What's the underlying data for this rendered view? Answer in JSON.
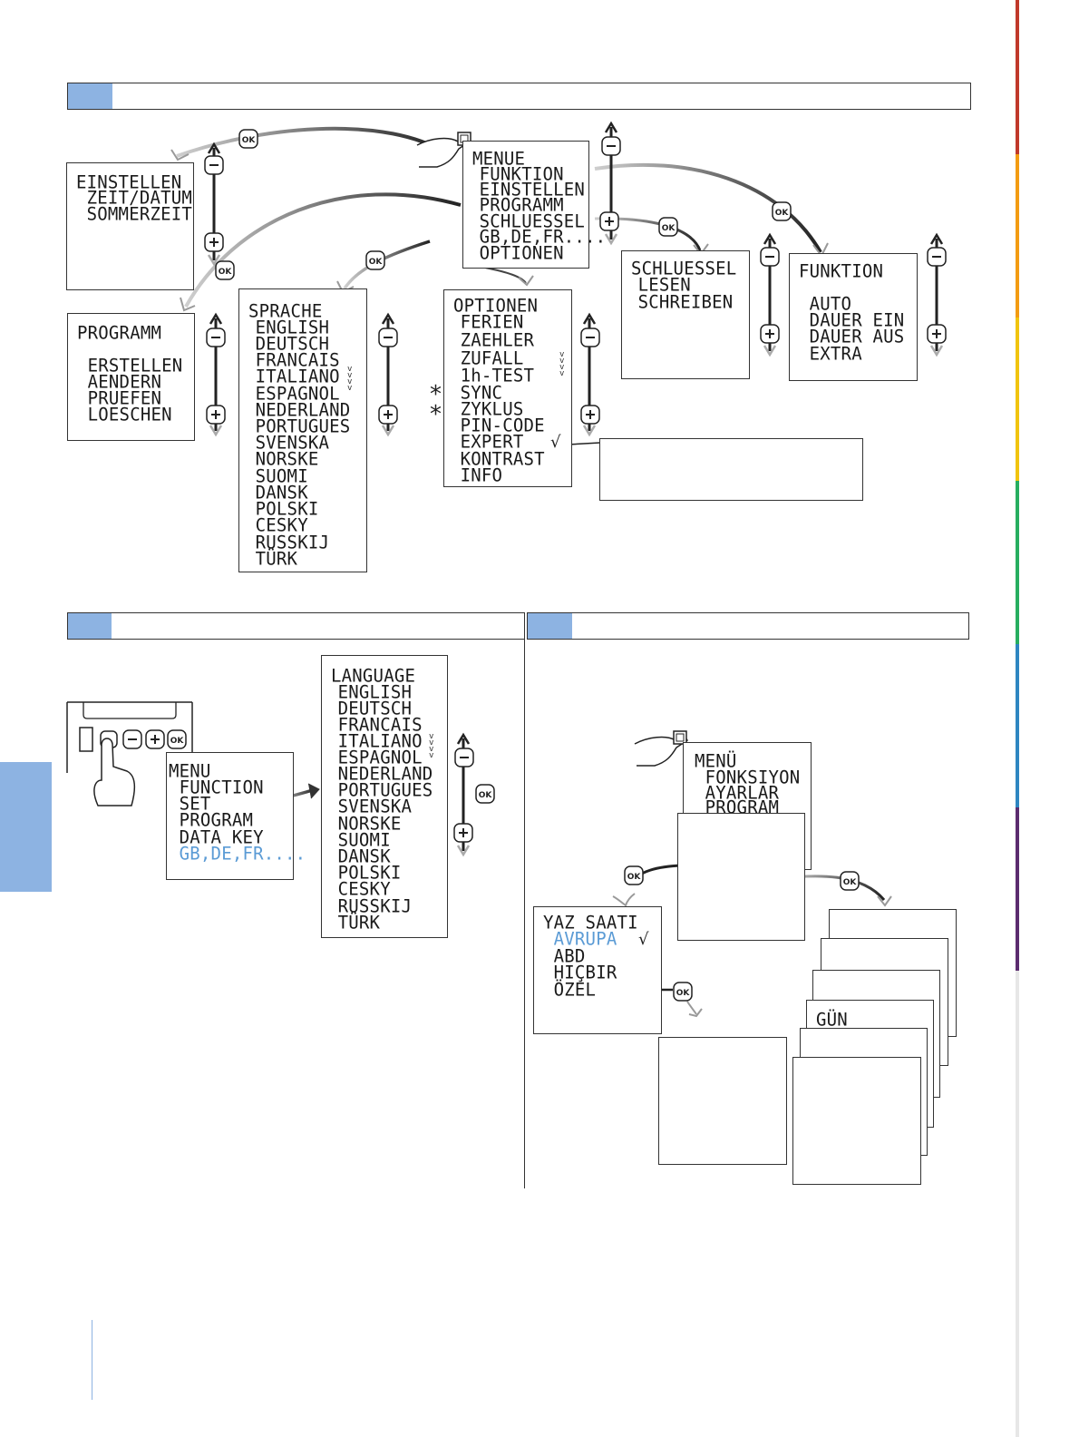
{
  "colors": {
    "accent": "#8db3e2",
    "highlight": "#5b9bd5",
    "ink": "#1a1a1a"
  },
  "icons": [
    "ok-button-icon",
    "minus-button-icon",
    "plus-button-icon",
    "menu-button-icon",
    "pointing-hand-icon",
    "check-mark-icon",
    "scroll-arrow-icon"
  ],
  "buttons": {
    "ok": "OK",
    "minus": "−",
    "plus": "+"
  },
  "top": {
    "menue": [
      "MENUE",
      " FUNKTION",
      " EINSTELLEN",
      " PROGRAMM",
      " SCHLUESSEL",
      " GB,DE,FR....",
      " OPTIONEN"
    ],
    "einstellen": [
      "EINSTELLEN",
      " ZEIT/DATUM",
      " SOMMERZEIT"
    ],
    "programm": [
      "PROGRAMM",
      "",
      " ERSTELLEN",
      " AENDERN",
      " PRUEFEN",
      " LOESCHEN"
    ],
    "sprache": [
      "SPRACHE",
      " ENGLISH",
      " DEUTSCH",
      " FRANCAIS",
      " ITALIANO",
      " ESPAGNOL",
      " NEDERLAND",
      " PORTUGUES",
      " SVENSKA",
      " NORSKE",
      " SUOMI",
      " DANSK",
      " POLSKI",
      " CESKY",
      " RUSSKIJ",
      " TÜRK"
    ],
    "optionen": [
      "OPTIONEN",
      " FERIEN",
      " ZAEHLER",
      " ZUFALL",
      " 1h-TEST",
      " SYNC",
      " ZYKLUS",
      " PIN-CODE",
      " EXPERT",
      " KONTRAST",
      " INFO"
    ],
    "schluessel": [
      "SCHLUESSEL",
      " LESEN",
      " SCHREIBEN"
    ],
    "funktion": [
      "FUNKTION",
      "",
      " AUTO",
      " DAUER EIN",
      " DAUER AUS",
      " EXTRA"
    ],
    "stars": [
      "*",
      "*"
    ],
    "check": "√"
  },
  "mid": {
    "menu": [
      "MENU",
      " FUNCTION",
      " SET",
      " PROGRAM",
      " DATA KEY"
    ],
    "menu_highlight": " GB,DE,FR....",
    "language": [
      "LANGUAGE",
      " ENGLISH",
      " DEUTSCH",
      " FRANCAIS",
      " ITALIANO",
      " ESPAGNOL",
      " NEDERLAND",
      " PORTUGUES",
      " SVENSKA",
      " NORSKE",
      " SUOMI",
      " DANSK",
      " POLSKI",
      " CESKY",
      " RUSSKIJ",
      " TÜRK"
    ]
  },
  "right": {
    "menu": [
      "MENÜ",
      " FONKSIYON",
      " AYARLAR",
      " PROGRAM"
    ],
    "yaz_title": "YAZ SAATI",
    "yaz_highlight": " AVRUPA",
    "yaz_rest": [
      " ABD",
      " HIÇBIR",
      " ÖZEL"
    ],
    "gun": "GÜN",
    "check": "√"
  }
}
